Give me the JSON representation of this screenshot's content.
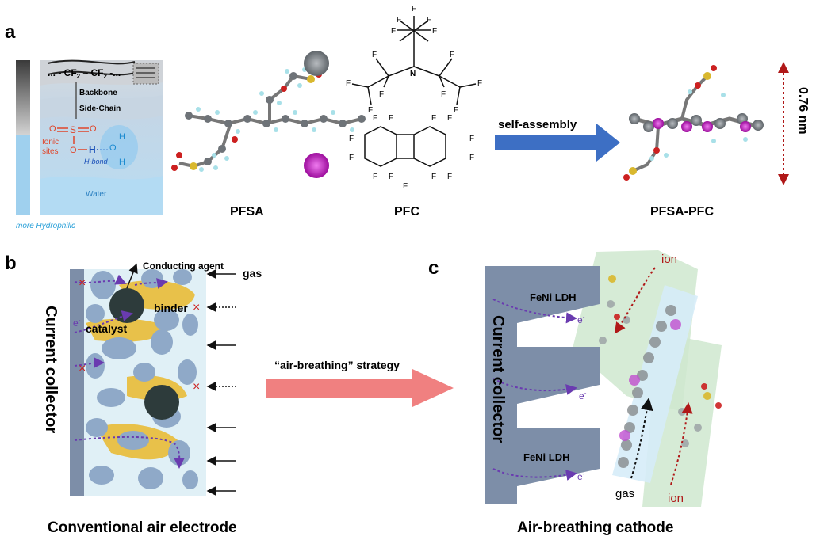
{
  "panels": {
    "a": "a",
    "b": "b",
    "c": "c"
  },
  "hydrophilic_scheme": {
    "formula": "... - CF",
    "formula_sub": "2",
    "formula_dash": " – CF",
    "formula_sub2": "2",
    "formula_tail": " -...",
    "backbone": "Backbone",
    "side_chain": "Side-Chain",
    "ionic_sites_1": "Ionic",
    "ionic_sites_2": "sites",
    "h_bond": "H-bond",
    "water": "Water",
    "more_hydrophilic": "more Hydrophilic",
    "atom_S": "S",
    "atom_O": "O",
    "atom_H": "H"
  },
  "molecules": {
    "pfsa": "PFSA",
    "pfc": "PFC",
    "pfsa_pfc": "PFSA-PFC",
    "arrow_label": "self-assembly",
    "size_label": "0.76 nm",
    "atom_F": "F",
    "atom_N": "N"
  },
  "conventional": {
    "title": "Conventional air electrode",
    "current_collector": "Current collector",
    "conducting_agent": "Conducting agent",
    "gas": "gas",
    "binder": "binder",
    "catalyst": "catalyst",
    "electron": "e",
    "block_mark": "×"
  },
  "strategy": {
    "label": "“air-breathing” strategy"
  },
  "breathing": {
    "title": "Air-breathing cathode",
    "current_collector": "Current collector",
    "ldh_1": "FeNi LDH",
    "ldh_2": "FeNi LDH",
    "electron": "e",
    "ion_top": "ion",
    "ion_bottom": "ion",
    "gas": "gas"
  },
  "colors": {
    "accent_blue": "#3d6fc4",
    "accent_pink": "#f08080",
    "ionic_red": "#e0452a",
    "ion_darkred": "#b01818",
    "binder_yellow": "#e8c14a",
    "particle_blue": "#8fa9c8",
    "collector": "#7d8ea8",
    "electrolyte_green": "#cfe8cf"
  }
}
